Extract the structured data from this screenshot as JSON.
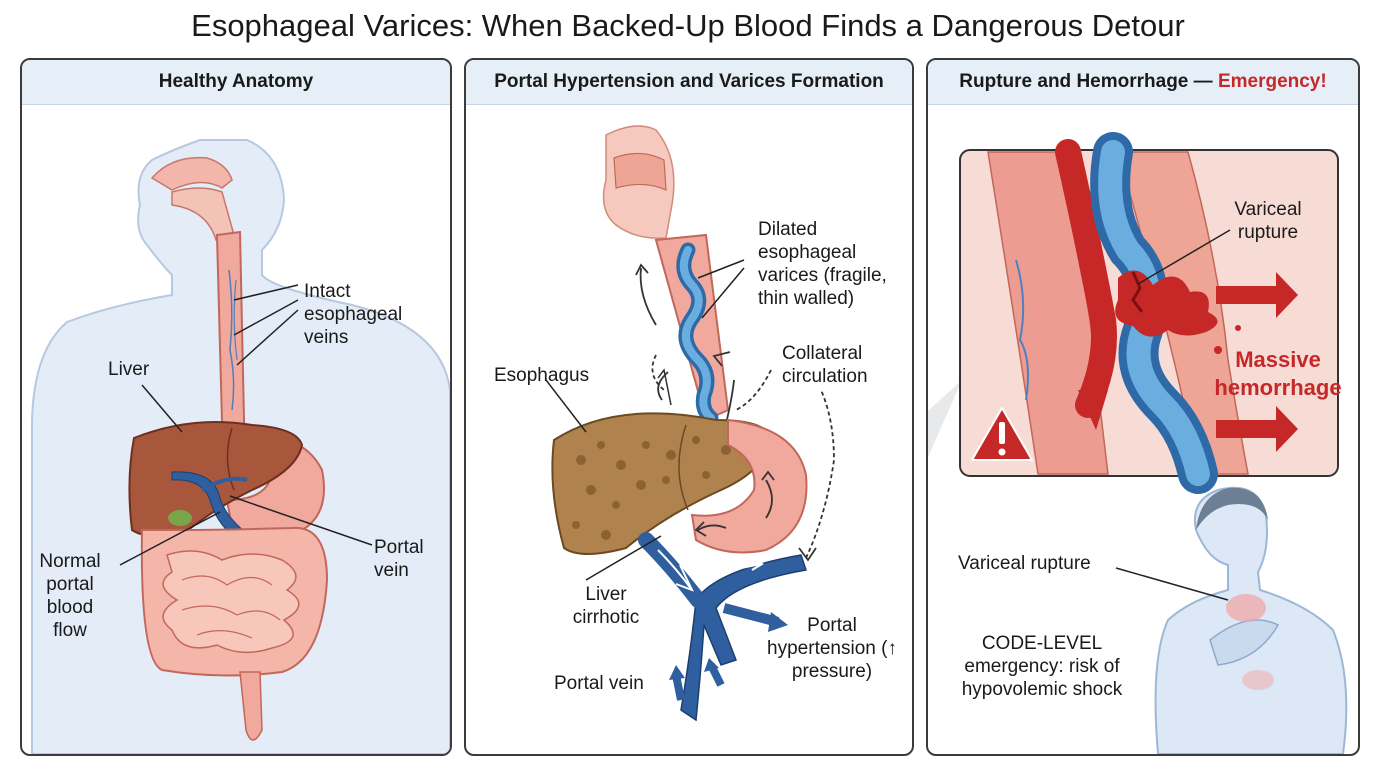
{
  "title": "Esophageal Varices: When Backed-Up Blood Finds a Dangerous Detour",
  "panels": {
    "healthy": {
      "heading": "Healthy Anatomy",
      "labels": {
        "intact": "Intact esophageal veins",
        "liver": "Liver",
        "portal_vein": "Portal vein",
        "normal_flow": "Normal portal blood flow"
      }
    },
    "hypertension": {
      "heading": "Portal Hypertension and Varices Formation",
      "labels": {
        "dilated": "Dilated esophageal varices (fragile, thin walled)",
        "collateral": "Collateral circulation",
        "esophagus": "Esophagus",
        "cirrhotic": "Liver cirrhotic",
        "portal_hypertension": "Portal hypertension (↑ pressure)",
        "portal_vein": "Portal vein"
      }
    },
    "rupture": {
      "heading_main": "Rupture and Hemorrhage —",
      "heading_alert": "Emergency!",
      "labels": {
        "variceal_rupture_inset": "Variceal rupture",
        "massive": "Massive hemorrhage",
        "variceal_rupture": "Variceal rupture",
        "code_level": "CODE-LEVEL emergency: risk of hypovolemic shock"
      }
    }
  },
  "colors": {
    "liver_healthy": "#a8563c",
    "liver_cirrhotic": "#b0824d",
    "vein_blue": "#2f5f9e",
    "varix_blue": "#5b9bd5",
    "blood_red": "#c62828",
    "tissue_pink": "#eba99d",
    "body_blue": "#dce8f5",
    "header_bg": "#e6eef8"
  },
  "icons": [
    "warning-icon",
    "arrow-right-icon"
  ]
}
